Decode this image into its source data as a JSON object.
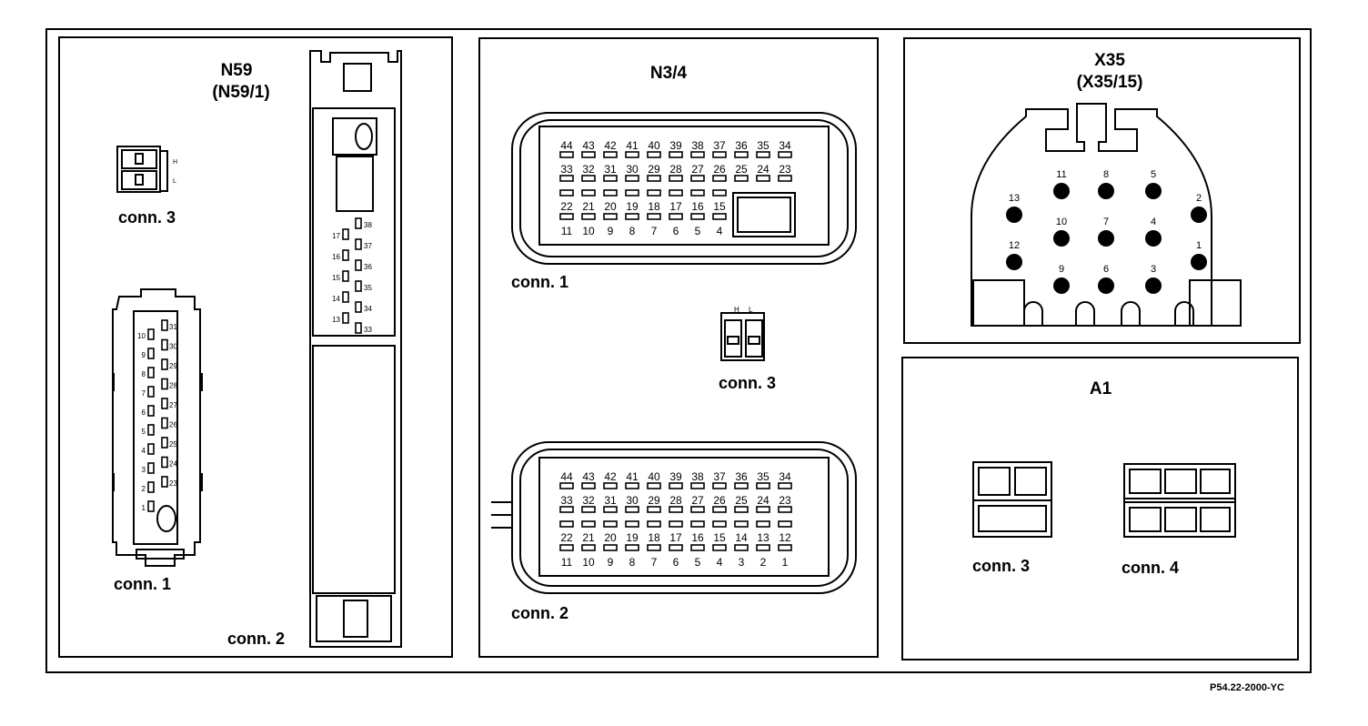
{
  "panels": {
    "n59": {
      "title": "N59",
      "subtitle": "(N59/1)",
      "conn1": {
        "label": "conn. 1",
        "left_pins": [
          "10",
          "9",
          "8",
          "7",
          "6",
          "5",
          "4",
          "3",
          "2",
          "1"
        ],
        "right_pins": [
          "31",
          "30",
          "29",
          "28",
          "27",
          "26",
          "25",
          "24",
          "23"
        ]
      },
      "conn2": {
        "label": "conn. 2",
        "left_pins": [
          "17",
          "16",
          "15",
          "14",
          "13"
        ],
        "right_pins": [
          "38",
          "37",
          "36",
          "35",
          "34",
          "33"
        ]
      },
      "conn3": {
        "label": "conn. 3",
        "marks": [
          "H",
          "L"
        ]
      }
    },
    "n34": {
      "title": "N3/4",
      "conn1": {
        "label": "conn. 1",
        "row1": [
          "44",
          "43",
          "42",
          "41",
          "40",
          "39",
          "38",
          "37",
          "36",
          "35",
          "34"
        ],
        "row2": [
          "33",
          "32",
          "31",
          "30",
          "29",
          "28",
          "27",
          "26",
          "25",
          "24",
          "23"
        ],
        "row3": [
          "22",
          "21",
          "20",
          "19",
          "18",
          "17",
          "16",
          "15"
        ],
        "row4": [
          "11",
          "10",
          "9",
          "8",
          "7",
          "6",
          "5",
          "4"
        ]
      },
      "conn2": {
        "label": "conn. 2",
        "row1": [
          "44",
          "43",
          "42",
          "41",
          "40",
          "39",
          "38",
          "37",
          "36",
          "35",
          "34"
        ],
        "row2": [
          "33",
          "32",
          "31",
          "30",
          "29",
          "28",
          "27",
          "26",
          "25",
          "24",
          "23"
        ],
        "row3": [
          "22",
          "21",
          "20",
          "19",
          "18",
          "17",
          "16",
          "15",
          "14",
          "13",
          "12"
        ],
        "row4": [
          "11",
          "10",
          "9",
          "8",
          "7",
          "6",
          "5",
          "4",
          "3",
          "2",
          "1"
        ]
      },
      "conn3": {
        "label": "conn. 3",
        "marks": [
          "H",
          "L"
        ]
      }
    },
    "x35": {
      "title": "X35",
      "subtitle": "(X35/15)",
      "pins": [
        "11",
        "8",
        "5",
        "13",
        "2",
        "10",
        "7",
        "4",
        "12",
        "1",
        "9",
        "6",
        "3"
      ]
    },
    "a1": {
      "title": "A1",
      "conn3": {
        "label": "conn. 3"
      },
      "conn4": {
        "label": "conn. 4"
      }
    }
  },
  "footer": {
    "ref": "P54.22-2000-YC"
  }
}
